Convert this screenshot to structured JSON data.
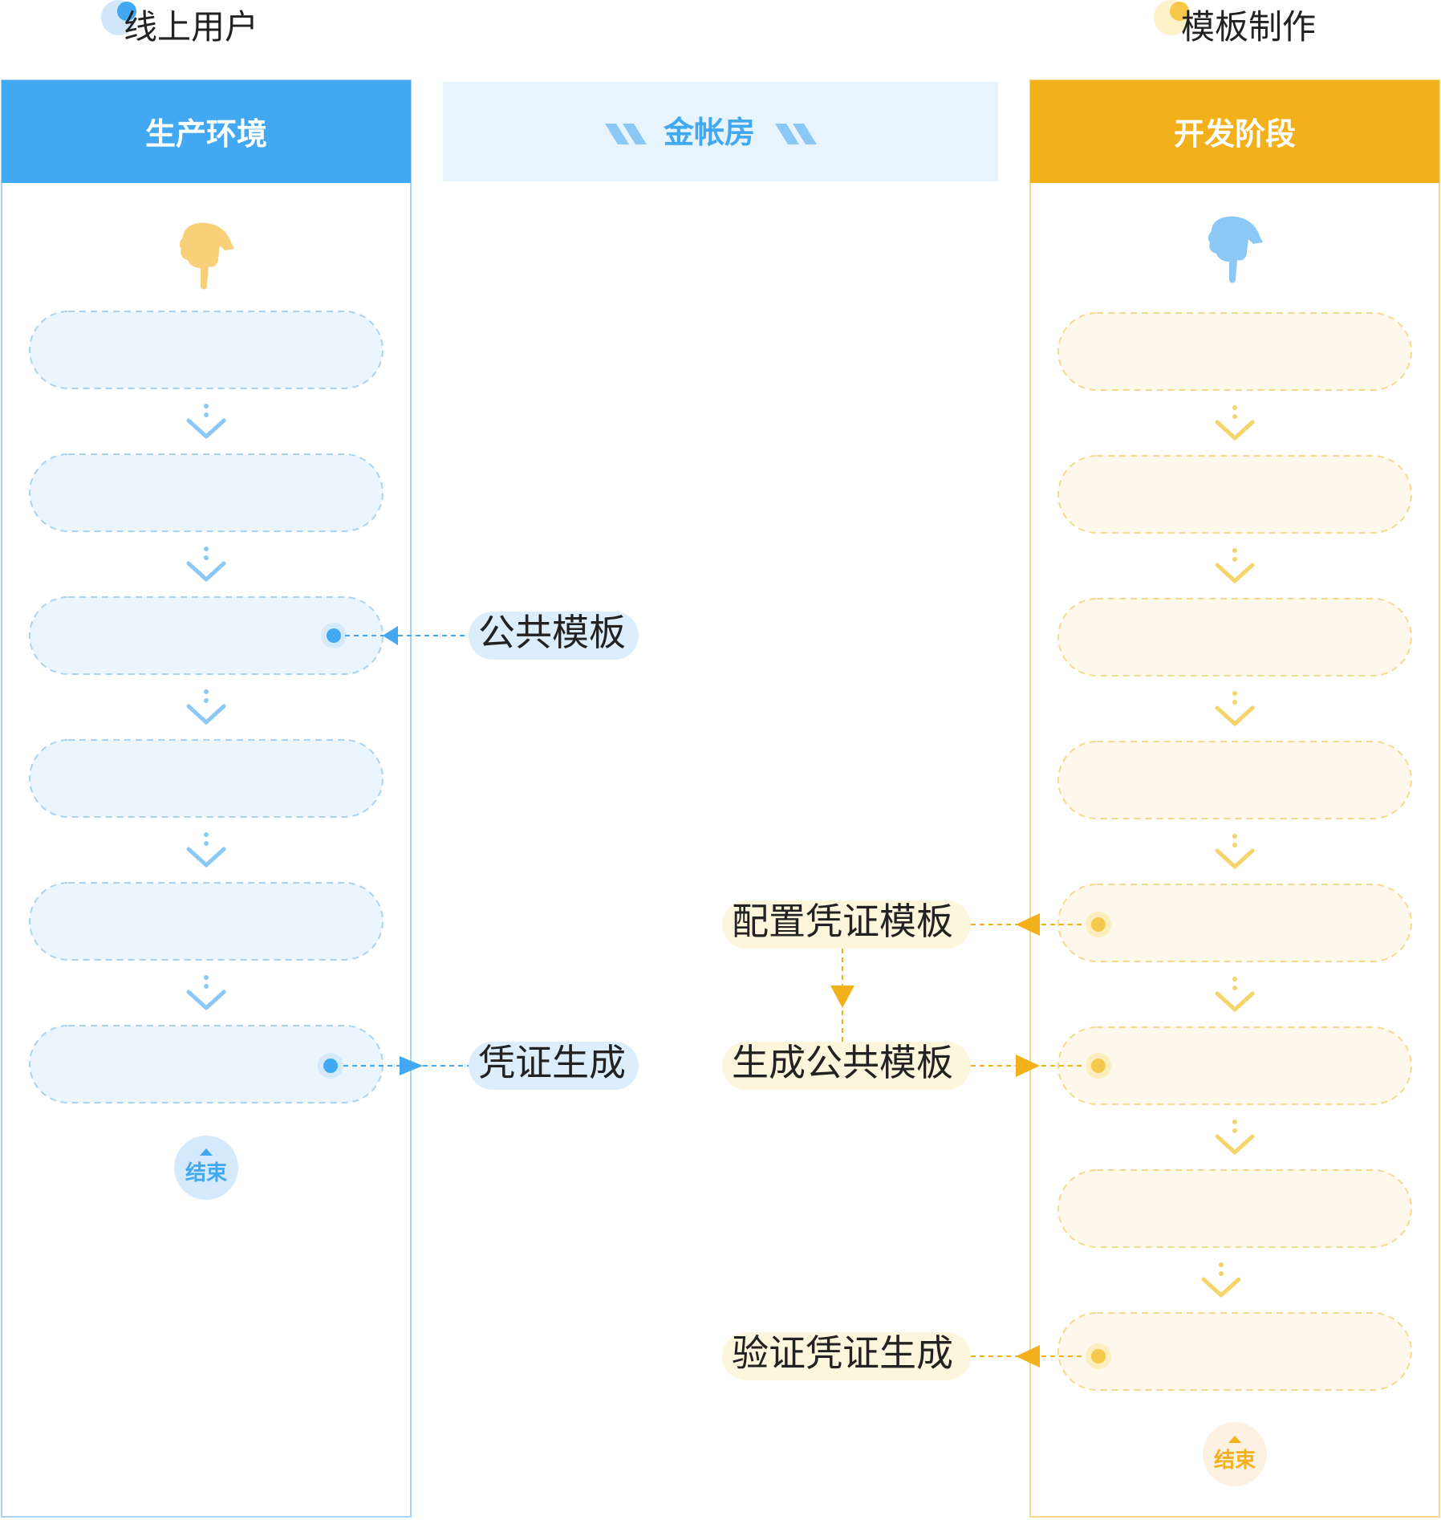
{
  "legend": {
    "online_user": "线上用户",
    "template_making": "模板制作"
  },
  "columns": {
    "production": "生产环境",
    "center": "金帐房",
    "development": "开发阶段"
  },
  "links": {
    "public_template": "公共模板",
    "voucher_generation": "凭证生成",
    "config_voucher_template": "配置凭证模板",
    "generate_public_template": "生成公共模板",
    "verify_voucher_generation": "验证凭证生成"
  },
  "end_labels": {
    "production": "结束",
    "development": "结束"
  },
  "colors": {
    "blue_accent": "#42a8f2",
    "blue_light_fill": "#eaf5fe",
    "blue_dashed": "#a9d3f3",
    "orange_accent": "#f2b01b",
    "orange_light_fill": "#fef8ec",
    "orange_dashed": "#f6d98c",
    "center_header_fill": "#e8f4fd",
    "text_dark": "#222222"
  },
  "icons": {
    "production_start": "pointing-hand-icon",
    "development_start": "pointing-hand-icon",
    "step_arrow": "chevron-down-icon",
    "end_marker": "end-circle-icon"
  }
}
